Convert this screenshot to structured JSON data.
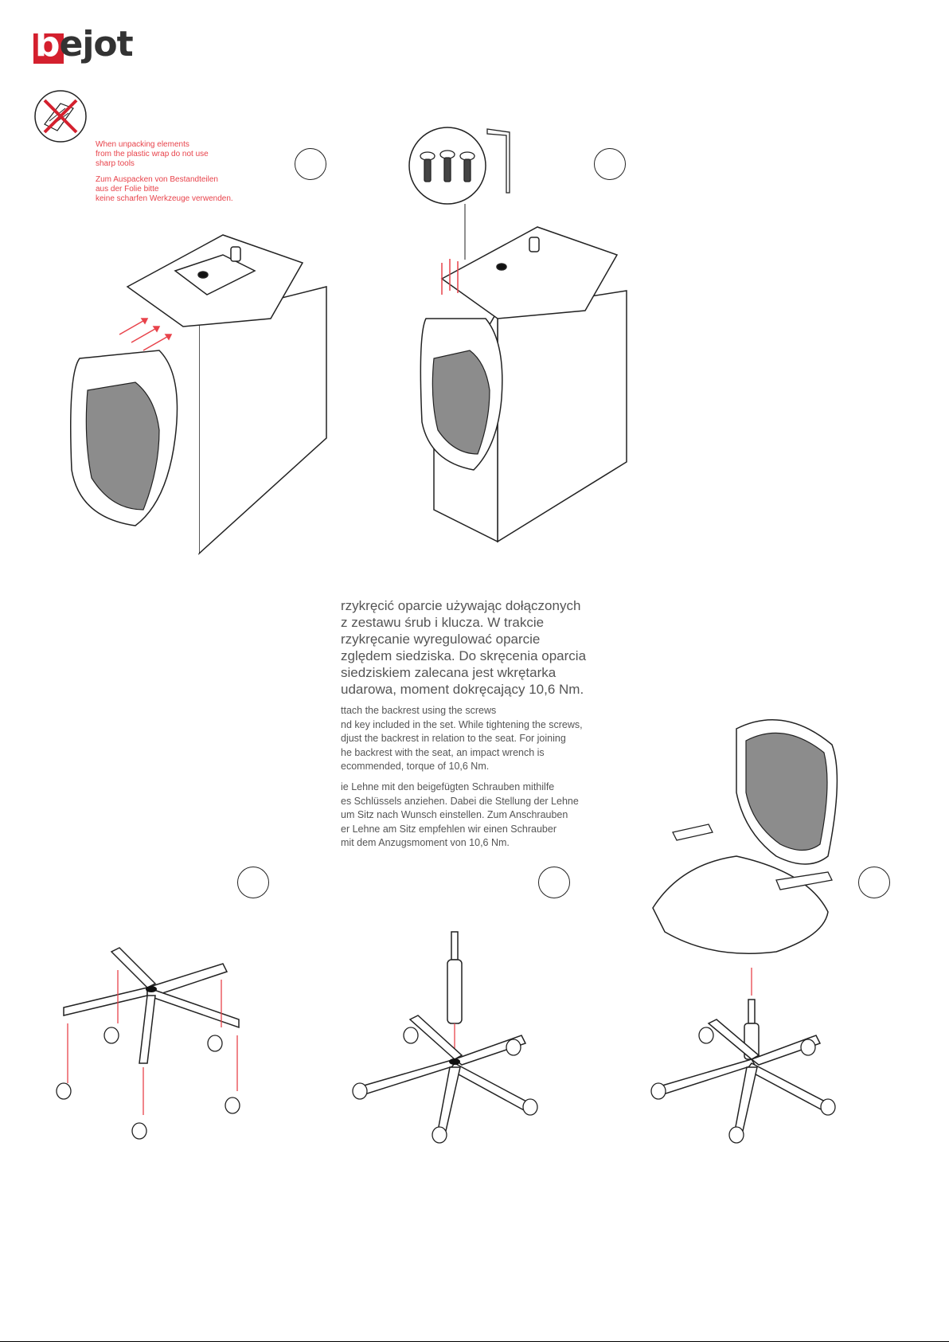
{
  "brand": {
    "logo_text_first": "b",
    "logo_text_rest": "ejot",
    "color": "#d4202e"
  },
  "warning": {
    "icon": "no-sharp-tools-icon",
    "text_en": "When unpacking elements\nfrom the plastic wrap do not use\nsharp tools",
    "text_de": "Zum Auspacken von Bestandteilen\naus der Folie bitte\nkeine scharfen Werkzeuge verwenden.",
    "color": "#e8434b"
  },
  "instructions": {
    "pl": "rzykręcić oparcie używając dołączonych\nz zestawu śrub i klucza. W trakcie\nrzykręcanie wyregulować oparcie\nzględem siedziska. Do skręcenia oparcia\nsiedziskiem zalecana jest wkrętarka\nudarowa, moment dokręcający 10,6 Nm.",
    "en": "ttach the backrest using the screws\nnd key included in the set. While tightening the screws,\ndjust the backrest in relation to the seat. For joining\nhe backrest with the seat, an impact wrench is\necommended, torque of 10,6 Nm.",
    "de": "ie Lehne mit den beigefügten Schrauben mithilfe\nes Schlüssels anziehen. Dabei die Stellung der Lehne\num Sitz nach Wunsch einstellen. Zum Anschrauben\ner Lehne am Sitz empfehlen wir einen Schrauber\nmit dem Anzugsmoment von 10,6 Nm."
  },
  "colors": {
    "arrow": "#e8434b",
    "mesh": "#8c8c8c",
    "line": "#222222"
  }
}
